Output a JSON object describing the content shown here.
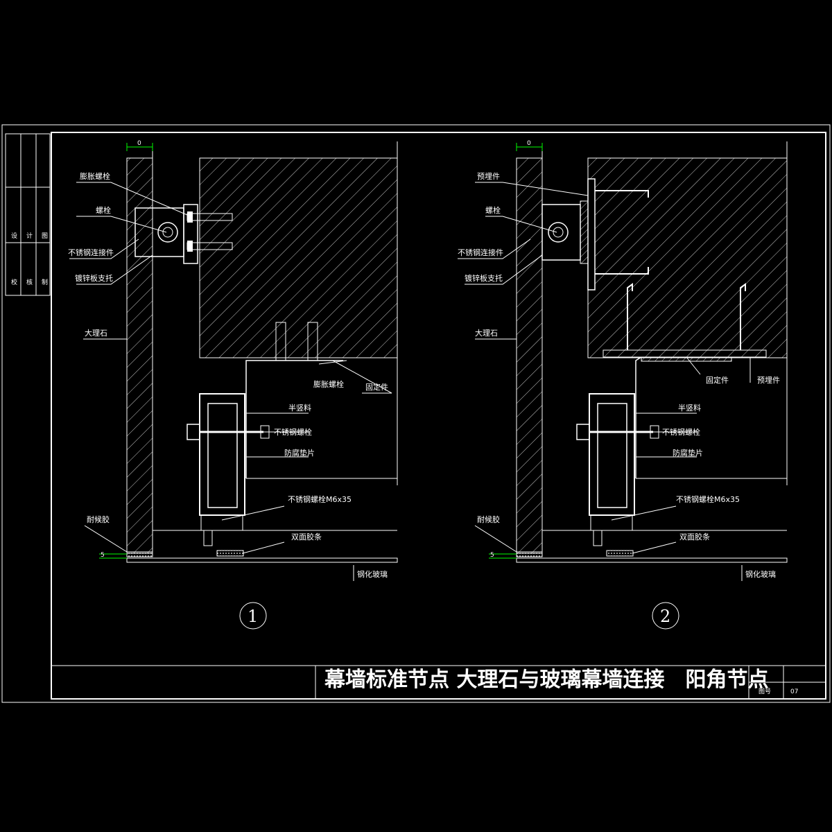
{
  "title_block": {
    "title": "幕墙标准节点 大理石与玻璃幕墙连接　阳角节点",
    "drawing_no_label": "图号",
    "drawing_no": "07",
    "side_col1_top": "图",
    "side_col2_top": "计",
    "side_col3_top": "设",
    "side_col1_bottom": "制",
    "side_col2_bottom": "核",
    "side_col3_bottom": "校"
  },
  "detail1": {
    "number": "1",
    "dim_top": "0",
    "dim_bottom": "5",
    "labels": {
      "expansion_bolt": "膨胀螺栓",
      "bolt": "螺栓",
      "ss_connector": "不锈钢连接件",
      "galv_bracket": "镀锌板支托",
      "marble": "大理石",
      "expansion_bolt_2": "膨胀螺栓",
      "fixing": "固定件",
      "half_mullion": "半竖料",
      "ss_bolt": "不锈钢螺栓",
      "anti_corrosion_pad": "防腐垫片",
      "ss_screw": "不锈钢螺栓M6x35",
      "weather_sealant": "耐候胶",
      "tape": "双面胶条",
      "tempered_glass": "钢化玻璃"
    }
  },
  "detail2": {
    "number": "2",
    "dim_top": "0",
    "dim_bottom": "5",
    "labels": {
      "embedded_part": "预埋件",
      "bolt": "螺栓",
      "ss_connector": "不锈钢连接件",
      "galv_bracket": "镀锌板支托",
      "marble": "大理石",
      "fixing": "固定件",
      "embedded_part_2": "预埋件",
      "half_mullion": "半竖料",
      "ss_bolt": "不锈钢螺栓",
      "anti_corrosion_pad": "防腐垫片",
      "ss_screw": "不锈钢螺栓M6x35",
      "weather_sealant": "耐候胶",
      "tape": "双面胶条",
      "tempered_glass": "钢化玻璃"
    }
  },
  "colors": {
    "background": "#000000",
    "frame": "#ffffff",
    "dimension": "#00ff00"
  }
}
